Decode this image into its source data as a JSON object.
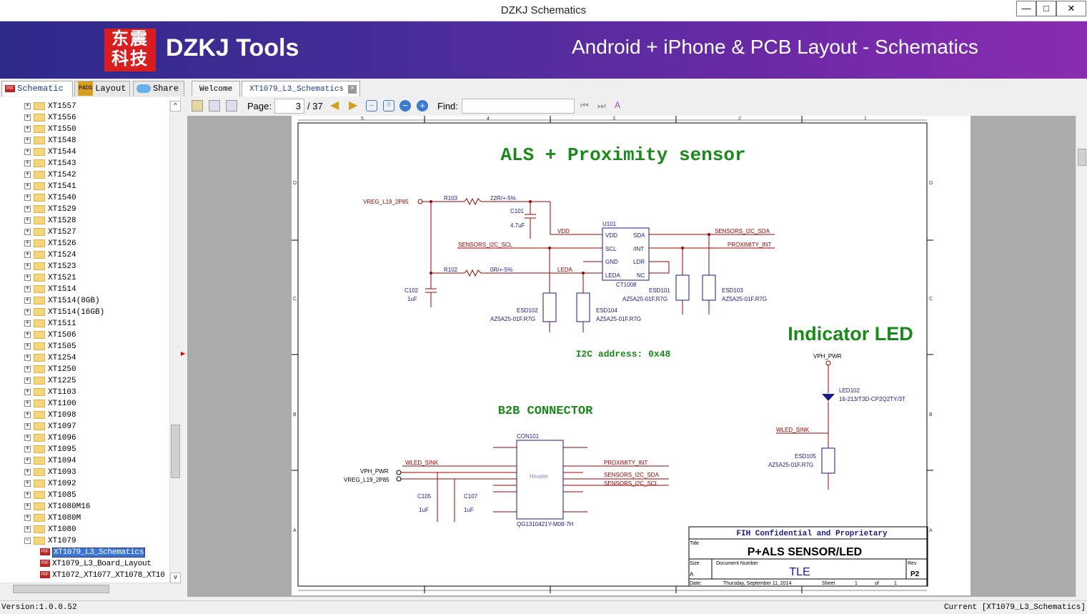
{
  "window": {
    "title": "DZKJ Schematics",
    "min": "—",
    "max": "□",
    "close": "✕"
  },
  "banner": {
    "logo": "东震科技",
    "brand": "DZKJ Tools",
    "tagline": "Android + iPhone & PCB Layout - Schematics"
  },
  "left_tabs": [
    {
      "label": "Schematic",
      "icon": "PDF"
    },
    {
      "label": "Layout",
      "icon": "PADS"
    },
    {
      "label": "Share"
    }
  ],
  "doc_tabs": [
    {
      "label": "Welcome"
    },
    {
      "label": "XT1079_L3_Schematics"
    }
  ],
  "tree": {
    "items": [
      "XT1557",
      "XT1556",
      "XT1550",
      "XT1548",
      "XT1544",
      "XT1543",
      "XT1542",
      "XT1541",
      "XT1540",
      "XT1529",
      "XT1528",
      "XT1527",
      "XT1526",
      "XT1524",
      "XT1523",
      "XT1521",
      "XT1514",
      "XT1514(8GB)",
      "XT1514(16GB)",
      "XT1511",
      "XT1506",
      "XT1505",
      "XT1254",
      "XT1250",
      "XT1225",
      "XT1103",
      "XT1100",
      "XT1098",
      "XT1097",
      "XT1096",
      "XT1095",
      "XT1094",
      "XT1093",
      "XT1092",
      "XT1085",
      "XT1080M16",
      "XT1080M",
      "XT1080",
      "XT1079"
    ],
    "children": [
      "XT1079_L3_Schematics",
      "XT1079_L3_Board_Layout",
      "XT1072_XT1077_XT1078_XT10"
    ]
  },
  "toolbar": {
    "page_label": "Page:",
    "page": "3",
    "total": "/ 37",
    "find_label": "Find:",
    "find_value": ""
  },
  "status": {
    "version": "Version:1.0.0.52",
    "current": "Current [XT1079_L3_Schematics]"
  },
  "schematic": {
    "title": "ALS + Proximity sensor",
    "i2c": "I2C address: 0x48",
    "led_title": "Indicator LED",
    "b2b_title": "B2B CONNECTOR",
    "nets": {
      "vreg": "VREG_L19_2P85",
      "scl": "SENSORS_I2C_SCL",
      "sda": "SENSORS_I2C_SDA",
      "prox": "PROXIMITY_INT",
      "vdd": "VDD",
      "leda": "LEDA",
      "vph": "VPH_PWR",
      "wled": "WLED_SINK"
    },
    "parts": {
      "r103": "R103",
      "r103v": "22R/+-5%",
      "r102": "R102",
      "r102v": "0R/+-5%",
      "c101": "C101",
      "c101v": "4.7uF",
      "c102": "C102",
      "c102v": "1uF",
      "u101": "U101",
      "u101p": "CT1008",
      "esd101": "ESD101",
      "esd102": "ESD102",
      "esd103": "ESD103",
      "esd104": "ESD104",
      "esdv": "AZ5A25-01F.R7G",
      "led102": "LED102",
      "led102v": "16-213/T3D-CP2Q2TY/3T",
      "esd105": "ESD105",
      "con101": "CON101",
      "con101p": "QG1310421Y-M08-7H",
      "header": "Header",
      "c105": "C105",
      "c107": "C107",
      "cv": "1uF"
    },
    "pins": {
      "vdd": "VDD",
      "scl": "SCL",
      "gnd": "GND",
      "leda": "LEDA",
      "sda": "SDA",
      "int": "/INT",
      "ldr": "LDR",
      "nc": "NC"
    },
    "titleblock": {
      "conf": "FIH Confidential and Proprietary",
      "title_label": "Title",
      "title": "P+ALS SENSOR/LED",
      "size_label": "Size",
      "size": "A",
      "docnum_label": "Document Number",
      "docnum": "TLE",
      "rev_label": "Rev",
      "rev": "P2",
      "date_label": "Date:",
      "date": "Thursday, September 11, 2014",
      "sheet_label": "Sheet",
      "sheet": "1",
      "of_label": "of",
      "of": "1"
    },
    "border_cols": [
      "5",
      "4",
      "3",
      "2",
      "1"
    ],
    "border_rows": [
      "D",
      "C",
      "B",
      "A"
    ]
  }
}
